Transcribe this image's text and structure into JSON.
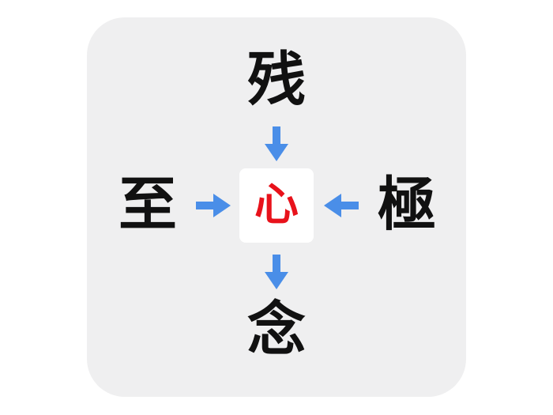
{
  "puzzle": {
    "top_char": "残",
    "left_char": "至",
    "right_char": "極",
    "bottom_char": "念",
    "answer_char": "心"
  },
  "colors": {
    "card_background": "#efeff0",
    "arrow": "#4a8ee8",
    "answer": "#e8121b",
    "kanji": "#111111"
  },
  "icons": {
    "top_arrow": "arrow-down-icon",
    "left_arrow": "arrow-right-icon",
    "right_arrow": "arrow-left-icon",
    "bottom_arrow": "arrow-down-icon"
  }
}
